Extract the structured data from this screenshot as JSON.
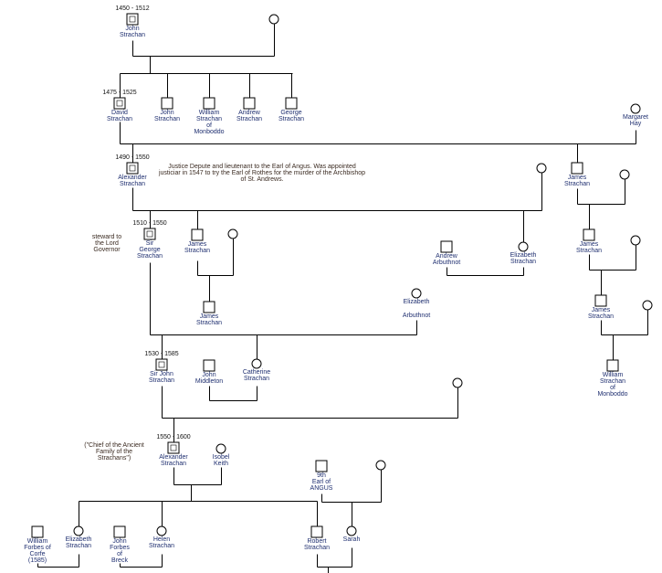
{
  "colors": {
    "name_text": "#1f2f70",
    "line": "#000000",
    "background": "#ffffff"
  },
  "persons": [
    {
      "id": "p1",
      "sex": "male",
      "deceased": true,
      "dates": "1450 - 1512",
      "name": [
        "John",
        "Strachan"
      ]
    },
    {
      "id": "p2",
      "sex": "female",
      "name": []
    },
    {
      "id": "p3",
      "sex": "male",
      "deceased": true,
      "dates": "1475 - 1525",
      "name": [
        "David",
        "Strachan"
      ]
    },
    {
      "id": "p4",
      "sex": "male",
      "name": [
        "John",
        "Strachan"
      ]
    },
    {
      "id": "p5",
      "sex": "male",
      "name": [
        "William",
        "Strachan",
        "of",
        "Monboddo"
      ]
    },
    {
      "id": "p6",
      "sex": "male",
      "name": [
        "Andrew",
        "Strachan"
      ]
    },
    {
      "id": "p7",
      "sex": "male",
      "name": [
        "George",
        "Strachan"
      ]
    },
    {
      "id": "p8",
      "sex": "female",
      "name": [
        "Margaret",
        "Hay"
      ]
    },
    {
      "id": "p9",
      "sex": "male",
      "deceased": true,
      "dates": "1490 - 1550",
      "name": [
        "Alexander",
        "Strachan"
      ]
    },
    {
      "id": "p10",
      "sex": "male",
      "name": [
        "James",
        "Strachan"
      ]
    },
    {
      "id": "p11",
      "sex": "female",
      "name": []
    },
    {
      "id": "p12",
      "sex": "male",
      "deceased": true,
      "dates": "1510 - 1550",
      "name": [
        "Sir",
        "George",
        "Strachan"
      ]
    },
    {
      "id": "p13",
      "sex": "male",
      "name": [
        "James",
        "Strachan"
      ]
    },
    {
      "id": "p14",
      "sex": "female",
      "name": []
    },
    {
      "id": "p15",
      "sex": "male",
      "name": [
        "James",
        "Strachan"
      ]
    },
    {
      "id": "p16",
      "sex": "male",
      "name": [
        "Andrew",
        "Arbuthnot"
      ]
    },
    {
      "id": "p17",
      "sex": "female",
      "name": [
        "Elizabeth",
        "Strachan"
      ]
    },
    {
      "id": "p18",
      "sex": "female",
      "name": [
        "Elizabeth",
        "",
        "Arbuthnot"
      ]
    },
    {
      "id": "p19",
      "sex": "male",
      "deceased": true,
      "dates": "1530 - 1585",
      "name": [
        "Sir John",
        "Strachan"
      ]
    },
    {
      "id": "p20",
      "sex": "male",
      "name": [
        "John",
        "Middleton"
      ]
    },
    {
      "id": "p21",
      "sex": "female",
      "name": [
        "Catherine",
        "Strachan"
      ]
    },
    {
      "id": "p22",
      "sex": "female",
      "name": []
    },
    {
      "id": "p23",
      "sex": "male",
      "deceased": true,
      "dates": "1550 - 1600",
      "name": [
        "Alexander",
        "Strachan"
      ]
    },
    {
      "id": "p24",
      "sex": "female",
      "name": [
        "Isobel",
        "Keith"
      ]
    },
    {
      "id": "p25",
      "sex": "male",
      "name": [
        "9th",
        "Earl of",
        "ANGUS"
      ]
    },
    {
      "id": "p26",
      "sex": "female",
      "name": []
    },
    {
      "id": "p27",
      "sex": "male",
      "name": [
        "William",
        "Forbes of",
        "Corfe",
        "(1585)"
      ]
    },
    {
      "id": "p28",
      "sex": "female",
      "name": [
        "Elizabeth",
        "Strachan"
      ]
    },
    {
      "id": "p29",
      "sex": "male",
      "name": [
        "John",
        "Forbes",
        "of",
        "Breck"
      ]
    },
    {
      "id": "p30",
      "sex": "female",
      "name": [
        "Helen",
        "Strachan"
      ]
    },
    {
      "id": "p31",
      "sex": "male",
      "name": [
        "Robert",
        "Strachan"
      ]
    },
    {
      "id": "p32",
      "sex": "female",
      "name": [
        "Sarah"
      ]
    },
    {
      "id": "p33",
      "sex": "female",
      "name": []
    },
    {
      "id": "p34",
      "sex": "male",
      "name": [
        "James",
        "Strachan"
      ]
    },
    {
      "id": "p35",
      "sex": "female",
      "name": []
    },
    {
      "id": "p36",
      "sex": "male",
      "name": [
        "James",
        "Strachan"
      ]
    },
    {
      "id": "p37",
      "sex": "female",
      "name": []
    },
    {
      "id": "p38",
      "sex": "male",
      "name": [
        "James",
        "Strachan"
      ]
    },
    {
      "id": "p39",
      "sex": "female",
      "name": []
    },
    {
      "id": "p40",
      "sex": "male",
      "name": [
        "William",
        "Strachan",
        "of",
        "Monboddo"
      ]
    }
  ],
  "notes": [
    {
      "id": "n1",
      "lines": [
        "Justice Depute and lieutenant to the Earl of Angus.  Was appointed",
        "justiciar in 1547 to try the Earl of Rothes for the murder of the Archbishop",
        "of St. Andrews."
      ]
    },
    {
      "id": "n2",
      "lines": [
        "steward to",
        "the Lord",
        "Governor"
      ]
    },
    {
      "id": "n3",
      "lines": [
        "(\"Chief of the Ancient",
        "Family of the",
        "Strachans\")"
      ]
    }
  ]
}
